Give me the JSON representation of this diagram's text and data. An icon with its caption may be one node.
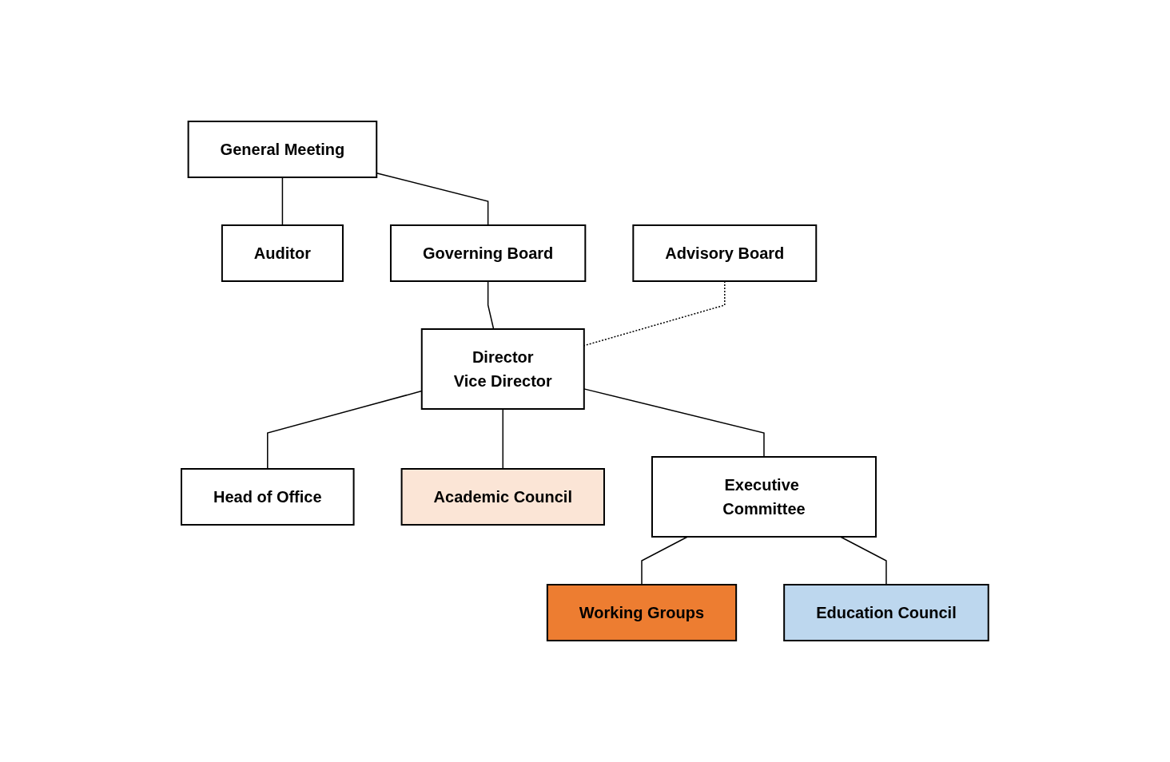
{
  "diagram": {
    "nodes": [
      {
        "text": [
          "General Meeting"
        ]
      },
      {
        "text": [
          "Auditor"
        ]
      },
      {
        "text": [
          "Governing Board"
        ]
      },
      {
        "text": [
          "Director",
          "Vice Director"
        ]
      },
      {
        "text": [
          "Advisory Board"
        ]
      },
      {
        "text": [
          "Head of Office"
        ]
      },
      {
        "text": [
          "Academic Council"
        ]
      },
      {
        "text": [
          "Executive Committee"
        ]
      },
      {
        "text": [
          "Working Groups"
        ]
      },
      {
        "text": [
          "Education Council"
        ]
      }
    ],
    "edges": [
      {
        "from": 0,
        "to": 2,
        "arrow": "none"
      },
      {
        "from": 0,
        "to": 1,
        "arrow": "none"
      },
      {
        "from": 2,
        "to": 3,
        "arrow": "none"
      },
      {
        "from": 4,
        "to": 3,
        "arrow": "none",
        "style": "dashed"
      },
      {
        "from": 3,
        "to": 5,
        "arrow": "none"
      },
      {
        "from": 3,
        "to": 6,
        "arrow": "none"
      },
      {
        "from": 3,
        "to": 7,
        "arrow": "none"
      },
      {
        "from": 7,
        "to": 8,
        "arrow": "none"
      },
      {
        "from": 7,
        "to": 9,
        "arrow": "none"
      }
    ]
  }
}
